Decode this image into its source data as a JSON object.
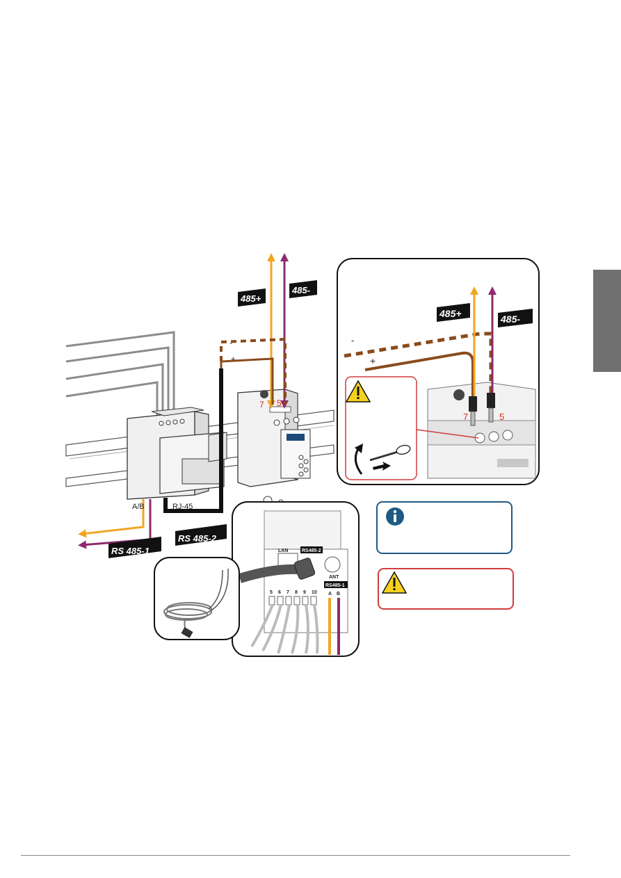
{
  "labels": {
    "label_485_plus": "485+",
    "label_485_minus": "485-",
    "label_rs485_1": "RS 485-1",
    "label_rs485_2": "RS 485-2",
    "label_ab": "A/B",
    "label_rj45": "RJ-45",
    "terminal_7": "7",
    "terminal_5": "5",
    "sign_minus": "-",
    "sign_plus": "+",
    "zoom_485_plus": "485+",
    "zoom_485_minus": "485-",
    "zoom_minus": "-",
    "zoom_plus": "+",
    "zoom_terminal_7": "7",
    "zoom_terminal_5": "5",
    "port_lan": "LAN",
    "port_rs485_2": "RS485-2",
    "port_ant": "ANT",
    "port_rs485_1": "RS485-1",
    "port_a": "A",
    "port_b": "B",
    "pins": [
      "5",
      "6",
      "7",
      "8",
      "9",
      "10"
    ]
  },
  "colors": {
    "orange": "#f0a623",
    "purple": "#8e2a6d",
    "brown": "#8a4b1c",
    "info_blue": "#1e5a84",
    "warning_red": "#d23b3b",
    "warning_yellow": "#f6d21d",
    "side_tab": "#707070"
  },
  "icons": [
    "info-icon",
    "warning-icon",
    "screwdriver-icon",
    "rotate-arrow-icon"
  ]
}
